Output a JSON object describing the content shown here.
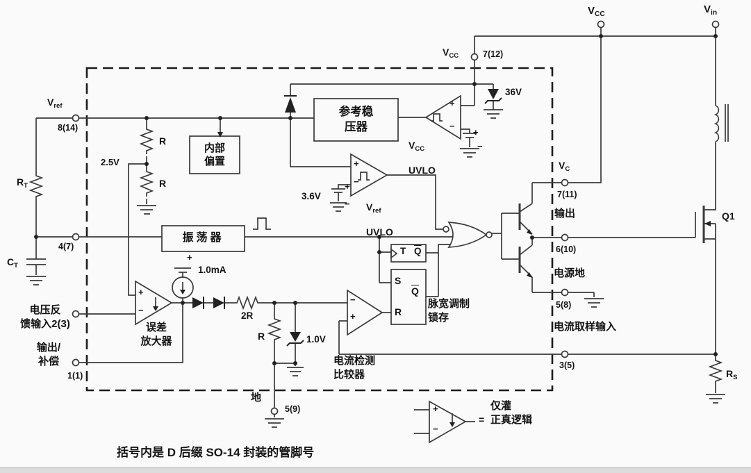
{
  "colors": {
    "bg": "#fafafa",
    "line": "#3a3a3a",
    "text": "#141414",
    "band": "#dcdcdc"
  },
  "signs": {
    "plus": "+",
    "minus": "−"
  },
  "terminals": {
    "vcc": {
      "main": "V",
      "sub": "CC"
    },
    "vin": {
      "main": "V",
      "sub": "in"
    }
  },
  "pins": {
    "vref": {
      "main": "V",
      "sub": "ref",
      "number": "8(14)"
    },
    "rtct": {
      "number": "4(7)"
    },
    "vfb": {
      "label": "电压反\n馈输入2(3)"
    },
    "comp": {
      "label": "输出/\n补偿",
      "number": "1(1)"
    },
    "vcc7": {
      "main": "V",
      "sub": "CC",
      "number": "7(12)"
    },
    "gnd": {
      "label": "地",
      "number": "5(9)"
    },
    "vc": {
      "main": "V",
      "sub": "C",
      "number": "7(11)"
    },
    "out": {
      "label": "输出",
      "number": "6(10)"
    },
    "pgnd": {
      "label": "电源地",
      "number": "5(8)"
    },
    "isense": {
      "label": "电流取样输入",
      "number": "3(5)"
    }
  },
  "blocks": {
    "ref_reg": "参考稳\n压器",
    "bias": "内部\n偏置",
    "osc": "振荡器",
    "err_amp": "误差\n放大器",
    "pwm_latch": "脉宽调制\n锁存",
    "cs_comp": "电流检测\n比较器",
    "vcc_uvlo": {
      "main": "V",
      "sub": "CC",
      "line2": "UVLO"
    },
    "vref_uvlo": {
      "main": "V",
      "sub": "ref",
      "line2": "UVLO"
    }
  },
  "latch": {
    "s": "S",
    "r": "R",
    "qbar": "Q",
    "t": "T",
    "tq": "Q"
  },
  "values": {
    "r_top": "R",
    "r_bot": "R",
    "v25": "2.5V",
    "z36": "36V",
    "v36": "3.6V",
    "isrc": "1.0mA",
    "r2r": "2R",
    "r_cs": "R",
    "z1": "1.0V"
  },
  "external": {
    "rt": {
      "main": "R",
      "sub": "T"
    },
    "ct": {
      "main": "C",
      "sub": "T"
    },
    "rs": {
      "main": "R",
      "sub": "S"
    },
    "q1": "Q1"
  },
  "legend": {
    "eq": "=",
    "text": "仅灌\n正真逻辑"
  },
  "caption": "括号内是 D 后缀 SO-14 封装的管脚号"
}
